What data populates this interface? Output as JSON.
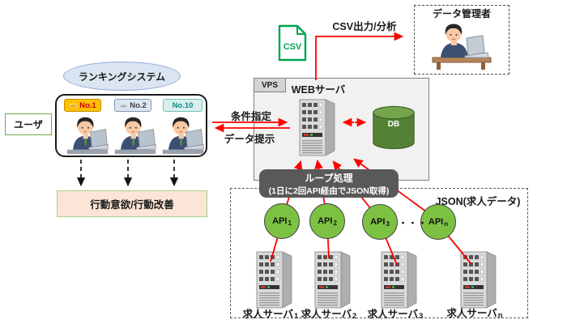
{
  "ranking": {
    "system_label": "ランキングシステム",
    "user_label": "ユーザ",
    "badges": [
      {
        "rank": "No.1"
      },
      {
        "rank": "No.2"
      },
      {
        "rank": "No.10"
      }
    ],
    "behavior_label": "行動意欲/行動改善"
  },
  "flows": {
    "condition": "条件指定",
    "data_presentation": "データ提示",
    "csv_output": "CSV出力/分析"
  },
  "vps": {
    "tab": "VPS",
    "web_server_label": "WEBサーバ",
    "db_label": "DB"
  },
  "csv": {
    "file_label": "CSV"
  },
  "admin": {
    "label": "データ管理者"
  },
  "loop": {
    "title": "ループ処理",
    "subtitle": "(1日に2回API経由でJSON取得)"
  },
  "jobs": {
    "json_label": "JSON(求人データ)",
    "dots": "・・・",
    "apis": [
      {
        "name": "API",
        "sub": "1"
      },
      {
        "name": "API",
        "sub": "2"
      },
      {
        "name": "API",
        "sub": "3"
      },
      {
        "name": "API",
        "sub": "n"
      }
    ],
    "servers": [
      {
        "name": "求人サーバ",
        "sub": "1"
      },
      {
        "name": "求人サーバ",
        "sub": "2"
      },
      {
        "name": "求人サーバ",
        "sub": "3"
      },
      {
        "name": "求人サーバ",
        "sub": "n"
      }
    ]
  },
  "colors": {
    "arrow_red": "#FE0000",
    "api_green": "#7DC142",
    "db_green": "#548235",
    "csv_green": "#00A550",
    "loop_gray": "#595959",
    "vps_fill": "#F1F1F1",
    "badge_no1": "#FFC000",
    "badge_no2": "#DCE6F2",
    "badge_no10": "#D9EFEC",
    "behavior_fill": "#FBE5D6",
    "ellipse_fill": "#DBE5F1",
    "user_border_green": "#70AD47"
  }
}
